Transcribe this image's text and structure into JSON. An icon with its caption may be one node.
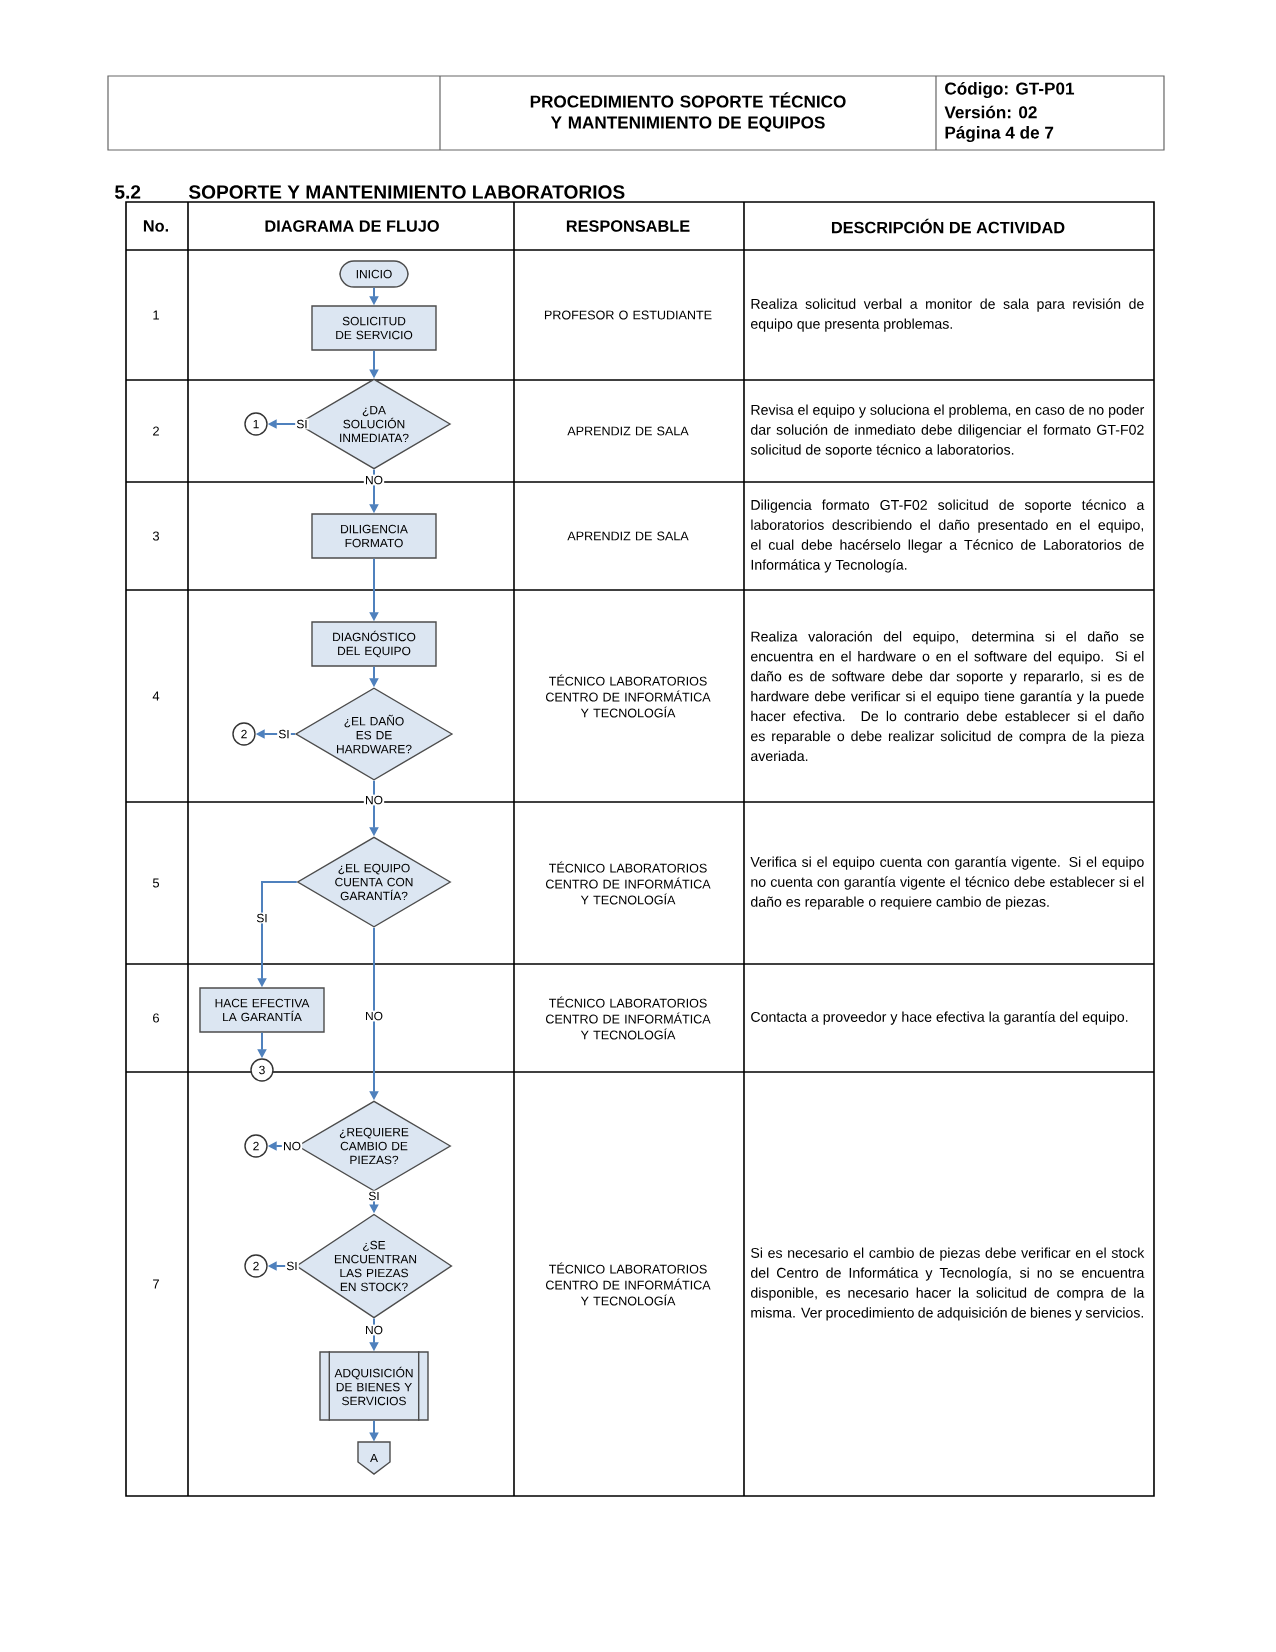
{
  "diagram": {
    "nodes": [
      {
        "text": [
          "INICIO"
        ]
      },
      {
        "text": [
          "SOLICITUD DE SERVICIO"
        ]
      },
      {
        "text": [
          "¿DA SOLUCIÓN INMEDIATA?"
        ]
      },
      {
        "text": [
          "1"
        ]
      },
      {
        "text": [
          "DILIGENCIA FORMATO"
        ]
      },
      {
        "text": [
          "DIAGNÓSTICO DEL EQUIPO"
        ]
      },
      {
        "text": [
          "¿EL DAÑO ES DE HARDWARE?"
        ]
      },
      {
        "text": [
          "2"
        ]
      },
      {
        "text": [
          "¿EL EQUIPO CUENTA CON GARANTÍA?"
        ]
      },
      {
        "text": [
          "HACE EFECTIVA LA GARANTÍA"
        ]
      },
      {
        "text": [
          "3"
        ]
      },
      {
        "text": [
          "¿REQUIERE CAMBIO DE PIEZAS?"
        ]
      },
      {
        "text": [
          "2"
        ]
      },
      {
        "text": [
          "¿SE ENCUENTRAN LAS PIEZAS EN STOCK?"
        ]
      },
      {
        "text": [
          "2"
        ]
      },
      {
        "text": [
          "ADQUISICIÓN DE BIENES Y SERVICIOS"
        ]
      },
      {
        "text": [
          "A"
        ]
      }
    ],
    "edges": [
      {
        "from": 0,
        "to": 1,
        "arrow": "to"
      },
      {
        "from": 1,
        "to": 2,
        "arrow": "to"
      },
      {
        "from": 2,
        "to": 3,
        "arrow": "to",
        "label": "SI"
      },
      {
        "from": 2,
        "to": 4,
        "arrow": "to",
        "label": "NO"
      },
      {
        "from": 4,
        "to": 5,
        "arrow": "to"
      },
      {
        "from": 5,
        "to": 6,
        "arrow": "to"
      },
      {
        "from": 6,
        "to": 7,
        "arrow": "to",
        "label": "SI"
      },
      {
        "from": 6,
        "to": 8,
        "arrow": "to",
        "label": "NO"
      },
      {
        "from": 8,
        "to": 9,
        "arrow": "to",
        "label": "SI"
      },
      {
        "from": 8,
        "to": 11,
        "arrow": "to",
        "label": "NO"
      },
      {
        "from": 9,
        "to": 10,
        "arrow": "to"
      },
      {
        "from": 11,
        "to": 12,
        "arrow": "to",
        "label": "NO"
      },
      {
        "from": 11,
        "to": 13,
        "arrow": "to",
        "label": "SI"
      },
      {
        "from": 13,
        "to": 14,
        "arrow": "to",
        "label": "SI"
      },
      {
        "from": 13,
        "to": 15,
        "arrow": "to",
        "label": "NO"
      },
      {
        "from": 15,
        "to": 16,
        "arrow": "to"
      }
    ],
    "labels": [
      "PROCEDIMIENTO SOPORTE TÉCNICO Y MANTENIMIENTO DE EQUIPOS",
      "Código: GT-P01",
      "Versión: 02",
      "Página 4 de 7",
      "5.2",
      "SOPORTE Y MANTENIMIENTO LABORATORIOS",
      "No.",
      "DIAGRAMA DE FLUJO",
      "RESPONSABLE",
      "DESCRIPCIÓN DE ACTIVIDAD",
      "1",
      "PROFESOR O ESTUDIANTE",
      "Realiza solicitud verbal a monitor de sala para revisión de equipo que presenta problemas.",
      "2",
      "APRENDIZ DE SALA",
      "Revisa el equipo y soluciona el problema, en caso de no poder dar solución de inmediato debe diligenciar el formato GT-F02 solicitud de soporte técnico a laboratorios.",
      "3",
      "APRENDIZ DE SALA",
      "Diligencia formato GT-F02 solicitud de soporte técnico a laboratorios describiendo el daño presentado en el equipo, el cual debe hacérselo llegar a Técnico de Laboratorios de Informática y Tecnología.",
      "4",
      "TÉCNICO LABORATORIOS CENTRO DE INFORMÁTICA Y TECNOLOGÍA",
      "Realiza valoración del equipo, determina si el daño se encuentra en el hardware o en el software del equipo. Si el daño es de software debe dar soporte y repararlo, si es de hardware debe verificar si el equipo tiene garantía y la puede hacer efectiva. De lo contrario debe establecer si el daño es reparable o debe realizar solicitud de compra de la pieza averiada.",
      "5",
      "TÉCNICO LABORATORIOS CENTRO DE INFORMÁTICA Y TECNOLOGÍA",
      "Verifica si el equipo cuenta con garantía vigente. Si el equipo no cuenta con garantía vigente el técnico debe establecer si el daño es reparable o requiere cambio de piezas.",
      "6",
      "TÉCNICO LABORATORIOS CENTRO DE INFORMÁTICA Y TECNOLOGÍA",
      "Contacta a proveedor y hace efectiva la garantía del equipo.",
      "7",
      "TÉCNICO LABORATORIOS CENTRO DE INFORMÁTICA Y TECNOLOGÍA",
      "Si es necesario el cambio de piezas debe verificar en el stock del Centro de Informática y Tecnología, si no se encuentra disponible, es necesario hacer la solicitud de compra de la misma. Ver procedimiento de adquisición de bienes y servicios."
    ]
  }
}
